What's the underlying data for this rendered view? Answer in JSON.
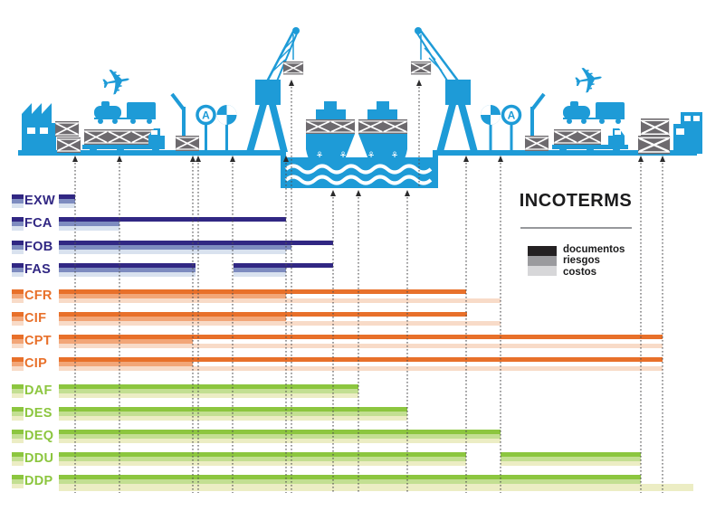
{
  "title": "INCOTERMS",
  "legend": {
    "items": [
      {
        "label": "documentos",
        "color": "#242122"
      },
      {
        "label": "riesgos",
        "color": "#9b9b9e"
      },
      {
        "label": "costos",
        "color": "#d7d7d9"
      }
    ]
  },
  "illustration": {
    "blue": "#1e9bd7",
    "crate_gray": "#6d6a6e",
    "sign_letter": "A",
    "anchor_glyph": "⚓",
    "plane_glyph": "✈",
    "icons": [
      "factory",
      "crates-stack",
      "cargo-train",
      "cargo-truck",
      "airplane",
      "terminal-gate",
      "customs-sign-a",
      "customs-sign-quadrant",
      "harbor-crane",
      "cargo-ship",
      "water",
      "warehouse"
    ]
  },
  "chart_data": {
    "type": "bar",
    "orientation": "horizontal-gantt",
    "title": "INCOTERMS",
    "bands": [
      "documentos",
      "riesgos",
      "costos"
    ],
    "x_unit": "px",
    "x_range": [
      65,
      766
    ],
    "milestones_x": [
      83,
      132,
      213,
      219,
      257,
      316,
      322,
      368,
      396,
      450,
      515,
      553,
      708,
      732
    ],
    "groups": {
      "navy": {
        "label_color": "#312783",
        "band_colors": [
          "#312783",
          "#7e8cc0",
          "#d9e2ef"
        ]
      },
      "orange": {
        "label_color": "#e8702a",
        "band_colors": [
          "#e8702a",
          "#f2a678",
          "#f8dbc8"
        ]
      },
      "green": {
        "label_color": "#8cc63f",
        "band_colors": [
          "#8cc63f",
          "#c3df92",
          "#ecedc4"
        ]
      }
    },
    "rows": [
      {
        "label": "EXW",
        "group": "navy",
        "documentos": [
          [
            65,
            83
          ]
        ],
        "riesgos": [
          [
            65,
            83
          ]
        ],
        "costos": [
          [
            65,
            83
          ]
        ]
      },
      {
        "label": "FCA",
        "group": "navy",
        "documentos": [
          [
            65,
            316
          ]
        ],
        "riesgos": [
          [
            65,
            132
          ]
        ],
        "costos": [
          [
            65,
            132
          ]
        ]
      },
      {
        "label": "FOB",
        "group": "navy",
        "documentos": [
          [
            65,
            368
          ]
        ],
        "riesgos": [
          [
            65,
            322
          ]
        ],
        "costos": [
          [
            65,
            316
          ]
        ]
      },
      {
        "label": "FAS",
        "group": "navy",
        "documentos": [
          [
            65,
            216
          ],
          [
            258,
            368
          ]
        ],
        "riesgos": [
          [
            65,
            216
          ],
          [
            258,
            316
          ]
        ],
        "costos": [
          [
            65,
            216
          ],
          [
            258,
            316
          ]
        ]
      },
      {
        "label": "CFR",
        "group": "orange",
        "documentos": [
          [
            65,
            515
          ]
        ],
        "riesgos": [
          [
            65,
            316
          ]
        ],
        "costos": [
          [
            65,
            553
          ]
        ]
      },
      {
        "label": "CIF",
        "group": "orange",
        "documentos": [
          [
            65,
            516
          ]
        ],
        "riesgos": [
          [
            65,
            316
          ]
        ],
        "costos": [
          [
            65,
            553
          ]
        ]
      },
      {
        "label": "CPT",
        "group": "orange",
        "documentos": [
          [
            65,
            732
          ]
        ],
        "riesgos": [
          [
            65,
            213
          ]
        ],
        "costos": [
          [
            65,
            732
          ]
        ]
      },
      {
        "label": "CIP",
        "group": "orange",
        "documentos": [
          [
            65,
            732
          ]
        ],
        "riesgos": [
          [
            65,
            213
          ]
        ],
        "costos": [
          [
            65,
            732
          ]
        ]
      },
      {
        "label": "DAF",
        "group": "green",
        "documentos": [
          [
            65,
            396
          ]
        ],
        "riesgos": [
          [
            65,
            396
          ]
        ],
        "costos": [
          [
            65,
            396
          ]
        ]
      },
      {
        "label": "DES",
        "group": "green",
        "documentos": [
          [
            65,
            450
          ]
        ],
        "riesgos": [
          [
            65,
            450
          ]
        ],
        "costos": [
          [
            65,
            450
          ]
        ]
      },
      {
        "label": "DEQ",
        "group": "green",
        "documentos": [
          [
            65,
            553
          ]
        ],
        "riesgos": [
          [
            65,
            553
          ]
        ],
        "costos": [
          [
            65,
            553
          ]
        ]
      },
      {
        "label": "DDU",
        "group": "green",
        "documentos": [
          [
            65,
            515
          ],
          [
            553,
            708
          ]
        ],
        "riesgos": [
          [
            65,
            515
          ],
          [
            553,
            708
          ]
        ],
        "costos": [
          [
            65,
            515
          ],
          [
            553,
            708
          ]
        ]
      },
      {
        "label": "DDP",
        "group": "green",
        "costos_h": 8,
        "documentos": [
          [
            65,
            708
          ]
        ],
        "riesgos": [
          [
            65,
            708
          ]
        ],
        "costos": [
          [
            65,
            766
          ]
        ]
      }
    ],
    "guides": [
      {
        "x": 83
      },
      {
        "x": 132
      },
      {
        "x": 213
      },
      {
        "x": 219
      },
      {
        "x": 257
      },
      {
        "x": 316
      },
      {
        "x": 322,
        "top": 88
      },
      {
        "x": 368,
        "top": 210
      },
      {
        "x": 396,
        "top": 210
      },
      {
        "x": 450,
        "top": 210
      },
      {
        "x": 463,
        "top": 88,
        "bottom": 208
      },
      {
        "x": 515
      },
      {
        "x": 553
      },
      {
        "x": 708
      },
      {
        "x": 732
      }
    ]
  }
}
